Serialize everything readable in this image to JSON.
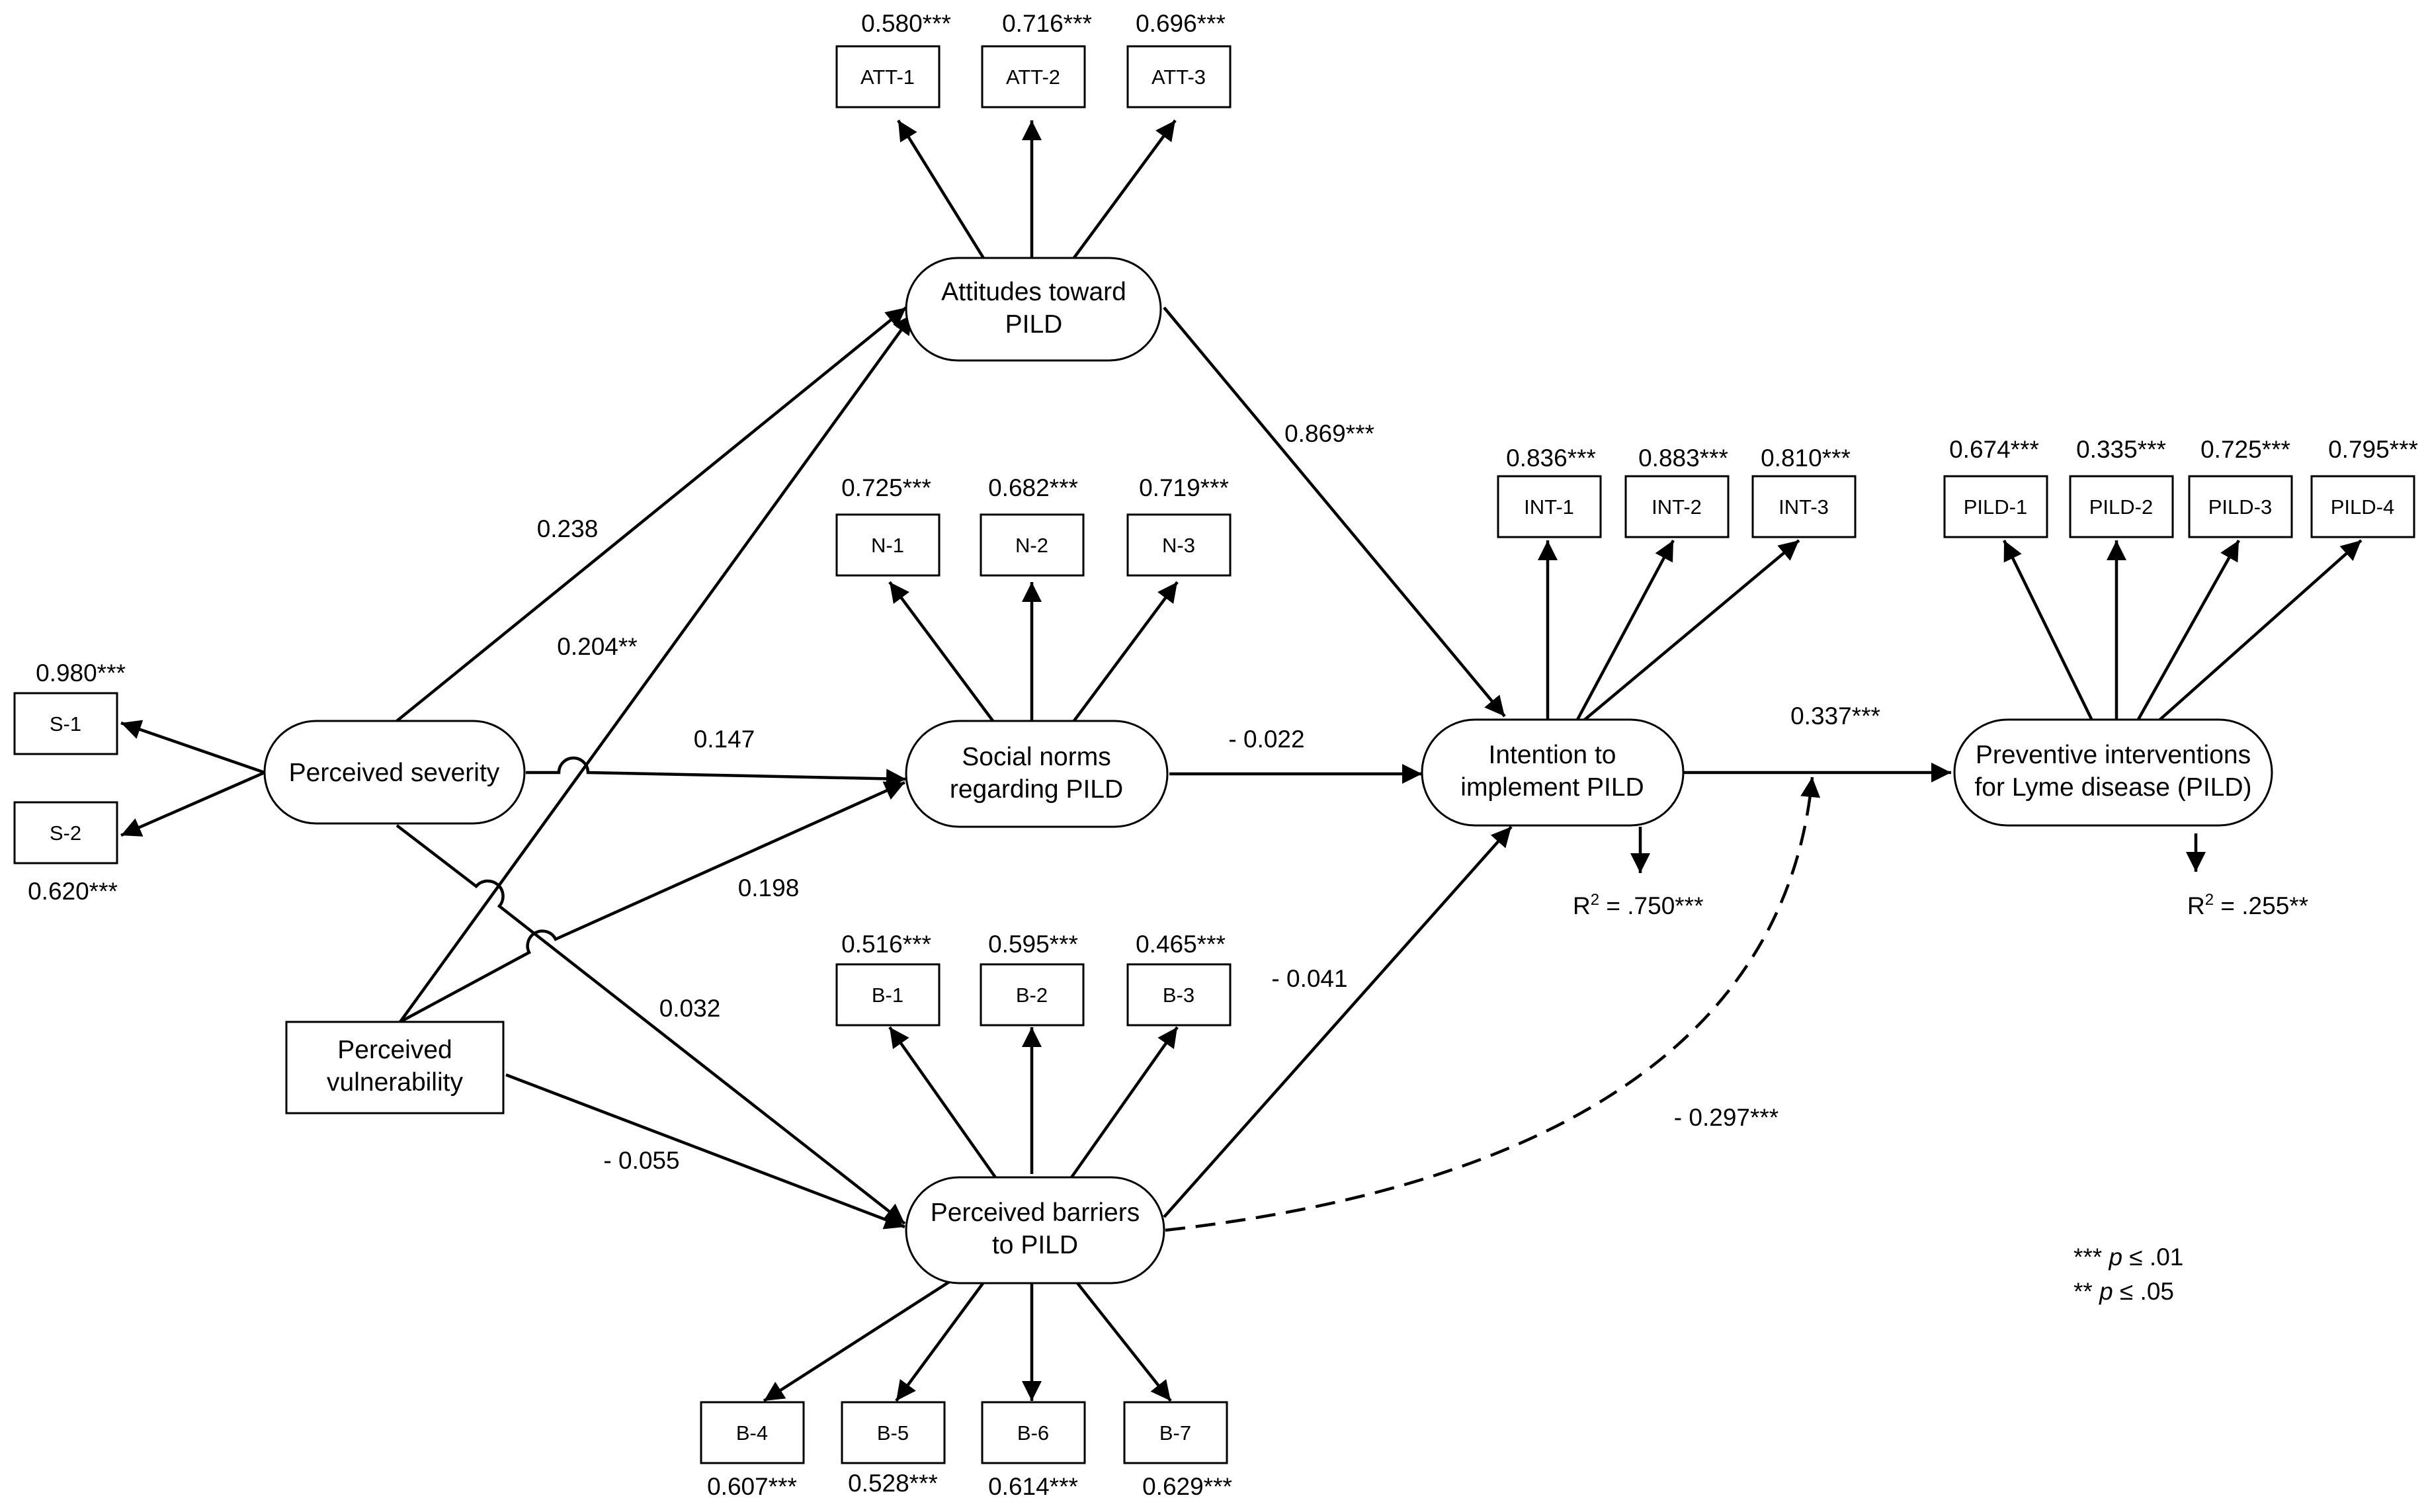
{
  "constructs": {
    "attitudes": [
      "Attitudes toward",
      "PILD"
    ],
    "severity": "Perceived severity",
    "norms": [
      "Social norms",
      "regarding PILD"
    ],
    "vulnerability": [
      "Perceived",
      "vulnerability"
    ],
    "barriers": [
      "Perceived barriers",
      "to PILD"
    ],
    "intention": [
      "Intention to",
      "implement PILD"
    ],
    "behavior": [
      "Preventive interventions",
      "for Lyme disease (PILD)"
    ]
  },
  "indicators": {
    "att": [
      {
        "label": "ATT-1",
        "loading": "0.580***"
      },
      {
        "label": "ATT-2",
        "loading": "0.716***"
      },
      {
        "label": "ATT-3",
        "loading": "0.696***"
      }
    ],
    "norm": [
      {
        "label": "N-1",
        "loading": "0.725***"
      },
      {
        "label": "N-2",
        "loading": "0.682***"
      },
      {
        "label": "N-3",
        "loading": "0.719***"
      }
    ],
    "sev": [
      {
        "label": "S-1",
        "loading": "0.980***"
      },
      {
        "label": "S-2",
        "loading": "0.620***"
      }
    ],
    "int": [
      {
        "label": "INT-1",
        "loading": "0.836***"
      },
      {
        "label": "INT-2",
        "loading": "0.883***"
      },
      {
        "label": "INT-3",
        "loading": "0.810***"
      }
    ],
    "pild": [
      {
        "label": "PILD-1",
        "loading": "0.674***"
      },
      {
        "label": "PILD-2",
        "loading": "0.335***"
      },
      {
        "label": "PILD-3",
        "loading": "0.725***"
      },
      {
        "label": "PILD-4",
        "loading": "0.795***"
      }
    ],
    "bar_top": [
      {
        "label": "B-1",
        "loading": "0.516***"
      },
      {
        "label": "B-2",
        "loading": "0.595***"
      },
      {
        "label": "B-3",
        "loading": "0.465***"
      }
    ],
    "bar_bottom": [
      {
        "label": "B-4",
        "loading": "0.607***"
      },
      {
        "label": "B-5",
        "loading": "0.528***"
      },
      {
        "label": "B-6",
        "loading": "0.614***"
      },
      {
        "label": "B-7",
        "loading": "0.629***"
      }
    ]
  },
  "paths": {
    "attitudes_to_intention": "0.869***",
    "severity_to_attitudes": "0.238",
    "vulnerability_to_attitudes": "0.204**",
    "severity_to_norms": "0.147",
    "vulnerability_to_norms": "0.198",
    "severity_to_barriers": "0.032",
    "vulnerability_to_barriers": "- 0.055",
    "norms_to_intention": "- 0.022",
    "barriers_to_intention": "- 0.041",
    "intention_to_behavior": "0.337***",
    "barriers_moderation": "- 0.297***"
  },
  "r_squared": {
    "intention": {
      "prefix": "R",
      "sup": "2",
      "value": " = .750***"
    },
    "behavior": {
      "prefix": "R",
      "sup": "2",
      "value": " = .255**"
    }
  },
  "legend": [
    {
      "stars": "***",
      "p": "p",
      "rest": " ≤ .01"
    },
    {
      "stars": "**",
      "p": "p",
      "rest": " ≤ .05"
    }
  ]
}
